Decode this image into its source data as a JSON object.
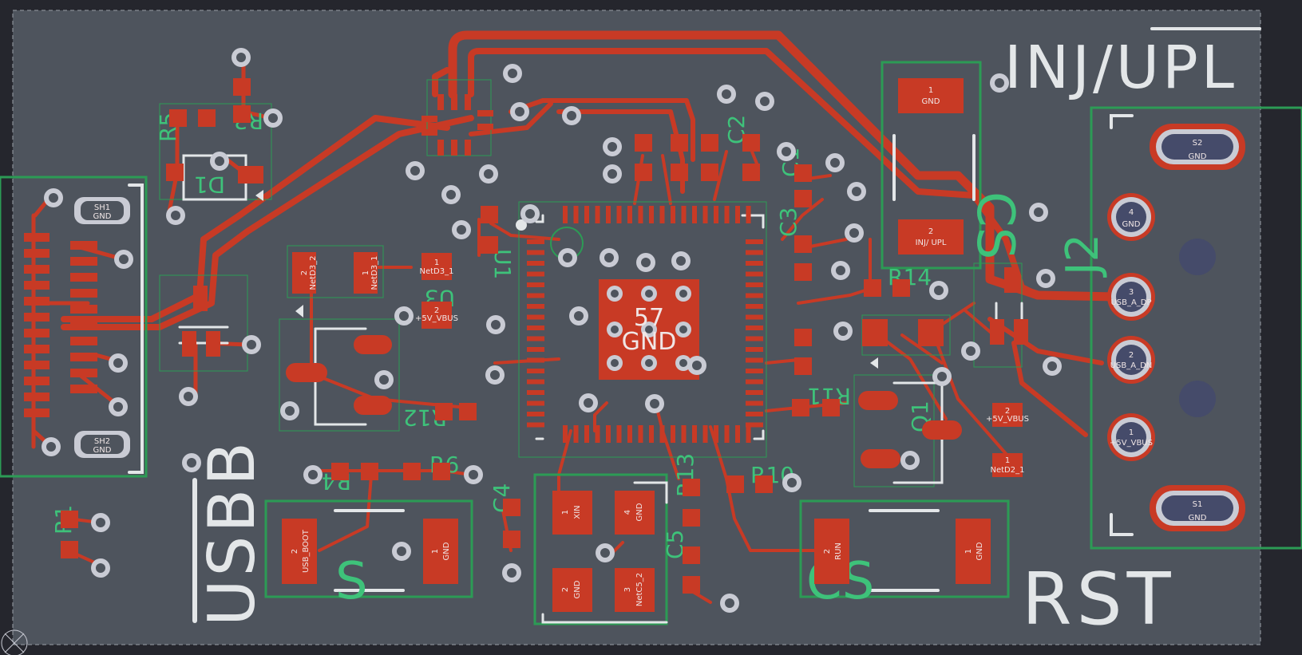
{
  "board": {
    "title_inj": "INJ/UPL",
    "title_usbb": "USBB",
    "title_rst": "RST",
    "chip_center_label": "57",
    "chip_center_net": "GND"
  },
  "colors": {
    "background": "#25262d",
    "board": "#4e545d",
    "copper": "#c83a25",
    "silkscreen": "#e3e6e8",
    "fabrication": "#2c9b55",
    "via": "#c9cbd4"
  },
  "pads": {
    "sh1": {
      "num": "SH1",
      "net": "GND"
    },
    "sh2": {
      "num": "SH2",
      "net": "GND"
    },
    "inj_gnd": {
      "num": "1",
      "net": "GND"
    },
    "inj_upl": {
      "num": "2",
      "net": "INJ/ UPL"
    },
    "d3_2": {
      "num": "2",
      "net": "NetD3_2"
    },
    "d3_1": {
      "num": "1",
      "net": "NetD3_1"
    },
    "netd3": {
      "num": "1",
      "net": "NetD3_1"
    },
    "vbus_small": {
      "num": "2",
      "net": "+5V_VBUS"
    },
    "usba_s2": {
      "num": "S2",
      "net": "GND"
    },
    "usba_4": {
      "num": "4",
      "net": "GND"
    },
    "usba_3": {
      "num": "3",
      "net": "USB_A_DP"
    },
    "usba_2": {
      "num": "2",
      "net": "USB_A_DN"
    },
    "usba_1": {
      "num": "1",
      "net": "+5V_VBUS"
    },
    "usba_s1": {
      "num": "S1",
      "net": "GND"
    },
    "d2_2": {
      "num": "2",
      "net": "+5V_VBUS"
    },
    "d2_1": {
      "num": "1",
      "net": "NetD2_1"
    },
    "usbb_btn2": {
      "num": "2",
      "net": "USB_BOOT"
    },
    "usbb_btn1": {
      "num": "1",
      "net": "GND"
    },
    "xtal1": {
      "num": "1",
      "net": "XIN"
    },
    "xtal4": {
      "num": "4",
      "net": "GND"
    },
    "xtal2": {
      "num": "2",
      "net": "GND"
    },
    "xtal3": {
      "num": "3",
      "net": "NetC5_2"
    },
    "rst2": {
      "num": "2",
      "net": "RUN"
    },
    "rst1": {
      "num": "1",
      "net": "GND"
    }
  },
  "refdes": {
    "r5": "R5",
    "r3": "R3",
    "d1": "D1",
    "u1": "U1",
    "c1": "C1",
    "c2": "C2",
    "c3": "C3",
    "r6": "R6",
    "r12": "R12",
    "r4": "R4",
    "r13": "R13",
    "r14": "R14",
    "r11": "R11",
    "r10": "R10",
    "r1": "R1",
    "c4": "C4",
    "c5": "C5",
    "u3": "U3",
    "q1": "Q1",
    "j2": "J2",
    "s_usbb": "S",
    "s_rst": "CS",
    "s_inj": "CS"
  }
}
